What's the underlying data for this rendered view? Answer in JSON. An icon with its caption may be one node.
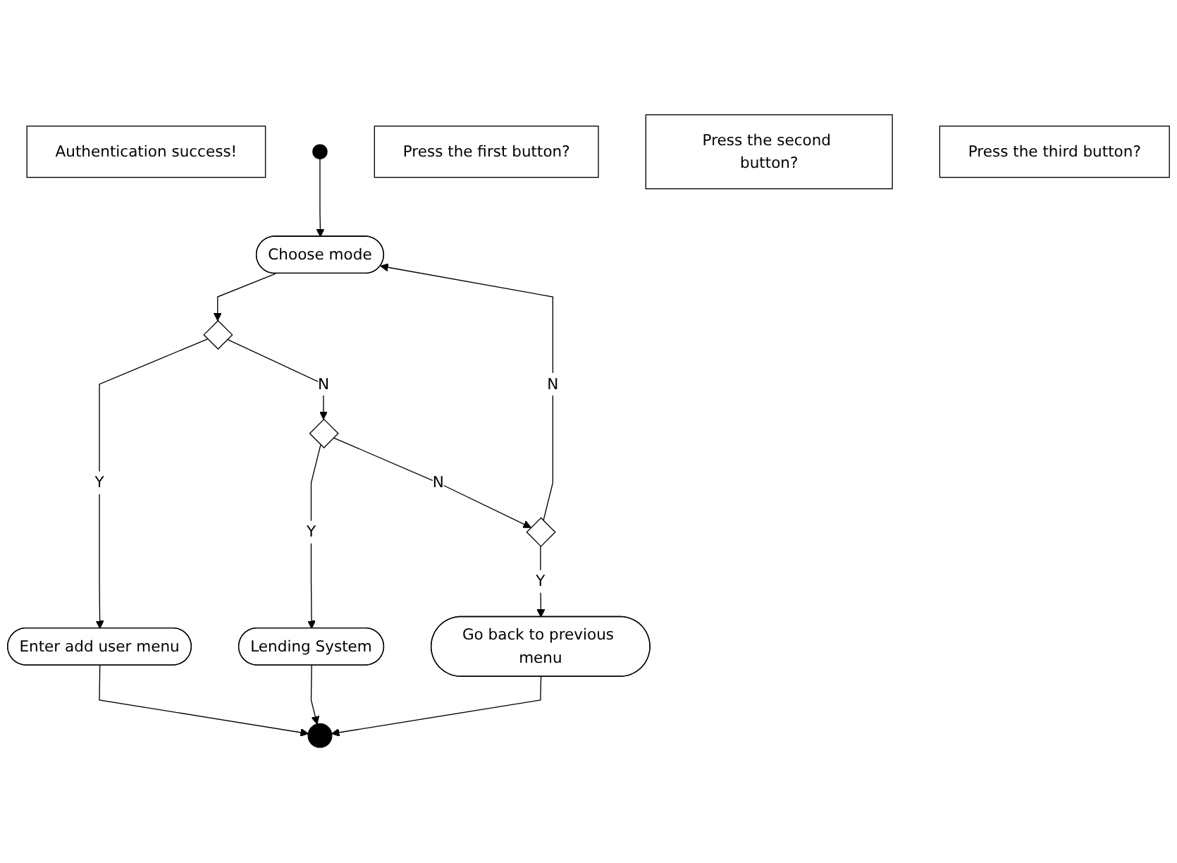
{
  "diagram": {
    "nodes": [
      {
        "text": [
          "Authentication success!"
        ]
      },
      {
        "text": [],
        "shape": "circle"
      },
      {
        "text": [
          "Choose mode"
        ]
      },
      {
        "text": [
          "Press the first button?"
        ]
      },
      {
        "text": [],
        "shape": "diamond"
      },
      {
        "text": [
          "Enter add user menu"
        ]
      },
      {
        "text": [
          "Press the second button?"
        ]
      },
      {
        "text": [],
        "shape": "diamond"
      },
      {
        "text": [
          "Lending System"
        ]
      },
      {
        "text": [
          "Press the third button?"
        ]
      },
      {
        "text": [],
        "shape": "diamond"
      },
      {
        "text": [
          "Go back to previous menu"
        ]
      },
      {
        "text": [],
        "shape": "circle"
      }
    ],
    "edges": [
      {
        "from": 1,
        "to": 2,
        "arrow": "to"
      },
      {
        "from": 2,
        "to": 4,
        "arrow": "to"
      },
      {
        "from": 4,
        "to": 5,
        "arrow": "to",
        "label": "Y"
      },
      {
        "from": 4,
        "to": 7,
        "arrow": "to",
        "label": "N"
      },
      {
        "from": 7,
        "to": 8,
        "arrow": "to",
        "label": "Y"
      },
      {
        "from": 7,
        "to": 10,
        "arrow": "to",
        "label": "N"
      },
      {
        "from": 10,
        "to": 11,
        "arrow": "to",
        "label": "Y"
      },
      {
        "from": 10,
        "to": 2,
        "arrow": "to",
        "label": "N"
      },
      {
        "from": 5,
        "to": 12,
        "arrow": "to"
      },
      {
        "from": 8,
        "to": 12,
        "arrow": "to"
      },
      {
        "from": 11,
        "to": 12,
        "arrow": "to"
      }
    ]
  }
}
